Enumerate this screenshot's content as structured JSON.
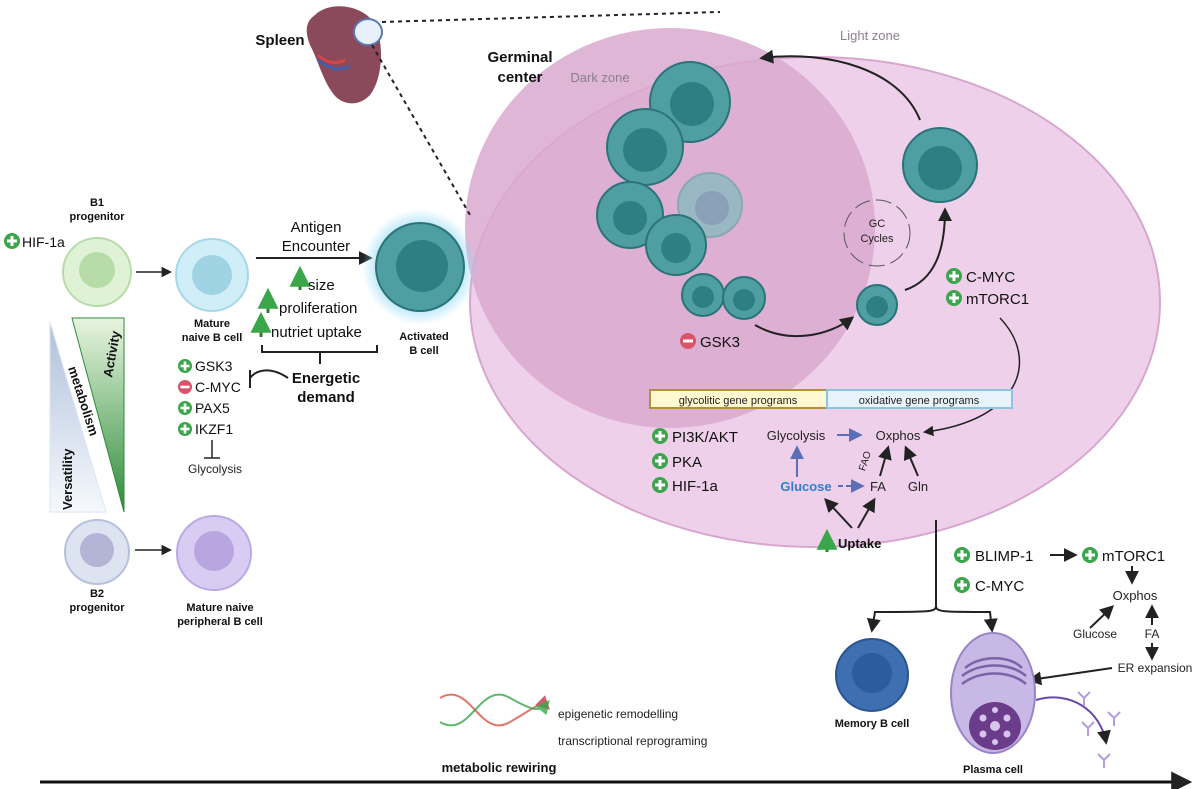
{
  "labels": {
    "spleen": "Spleen",
    "germinal_center_1": "Germinal",
    "germinal_center_2": "center",
    "light_zone": "Light zone",
    "dark_zone": "Dark zone",
    "gc_cycles_1": "GC",
    "gc_cycles_2": "Cycles",
    "b1_progenitor_1": "B1",
    "b1_progenitor_2": "progenitor",
    "b2_progenitor_1": "B2",
    "b2_progenitor_2": "progenitor",
    "mature_naive_1": "Mature",
    "mature_naive_2": "naive B cell",
    "mature_naive_peripheral_1": "Mature naive",
    "mature_naive_peripheral_2": "peripheral B cell",
    "activated_1": "Activated",
    "activated_2": "B cell",
    "antigen_1": "Antigen",
    "antigen_2": "Encounter",
    "size": "size",
    "proliferation": "proliferation",
    "nutrient_uptake": "nutriet uptake",
    "energetic_1": "Energetic",
    "energetic_2": "demand",
    "glycolysis_left": "Glycolysis",
    "activity": "Activity",
    "metabolism": "metabolism",
    "versatility": "Versatility",
    "memory_b": "Memory B cell",
    "plasma_cell": "Plasma cell",
    "metabolic_rewiring": "metabolic rewiring",
    "epigenetic": "epigenetic remodelling",
    "transcriptional": "transcriptional reprograming",
    "glycolitic_programs": "glycolitic gene programs",
    "oxidative_programs": "oxidative gene programs",
    "glycolysis_gc": "Glycolysis",
    "oxphos_gc": "Oxphos",
    "fao": "FAO",
    "glucose_gc": "Glucose",
    "fa_gc": "FA",
    "gln": "Gln",
    "uptake": "Uptake",
    "oxphos_pc": "Oxphos",
    "glucose_pc": "Glucose",
    "fa_pc": "FA",
    "er_expansion": "ER expansion"
  },
  "factors": {
    "hif1a_b1": "HIF-1a",
    "gsk3_naive": "GSK3",
    "cmyc_naive": "C-MYC",
    "pax5": "PAX5",
    "ikzf1": "IKZF1",
    "gsk3_dz": "GSK3",
    "cmyc_lz": "C-MYC",
    "mtorc1_lz": "mTORC1",
    "pi3k": "PI3K/AKT",
    "pka": "PKA",
    "hif1a_gc": "HIF-1a",
    "blimp1": "BLIMP-1",
    "mtorc1_pc": "mTORC1",
    "cmyc_pc": "C-MYC"
  },
  "colors": {
    "gc_fill": "#efd0ea",
    "dark_zone": "#d9a9cf",
    "cell_teal": "#4f9ea1",
    "cell_teal_dark": "#2a7479",
    "positive": "#3aa64a",
    "negative": "#d9546b",
    "up_arrow": "#2e7d32",
    "glucose_blue": "#2f7fd0",
    "flow_arrow": "#5a6fb8",
    "glycolitic_box": "#fff8d0",
    "oxidative_box": "#e8f4fb",
    "spleen": "#8a4a5c",
    "memory_b": "#3e6fb0",
    "plasma_cell": "#9a83c6"
  }
}
